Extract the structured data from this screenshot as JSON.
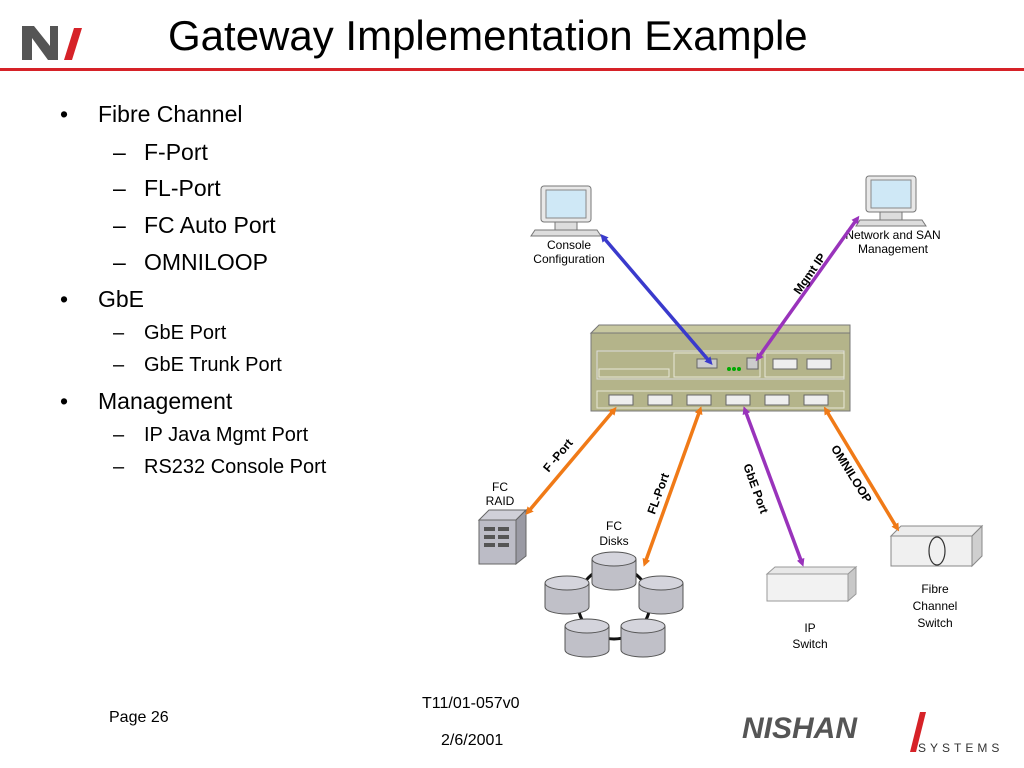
{
  "slide": {
    "title": "Gateway Implementation Example"
  },
  "bullets": [
    {
      "text": "Fibre Channel",
      "children": [
        "F-Port",
        "FL-Port",
        "FC Auto Port",
        "OMNILOOP"
      ]
    },
    {
      "text": "GbE",
      "children": [
        "GbE Port",
        "GbE Trunk Port"
      ]
    },
    {
      "text": "Management",
      "children": [
        "IP Java Mgmt Port",
        "RS232 Console Port"
      ]
    }
  ],
  "bullet_glyph": "•",
  "dash_glyph": "–",
  "diagram": {
    "nodes": {
      "console": [
        "Console",
        "Configuration"
      ],
      "network_mgmt": [
        "Network and SAN",
        "Management"
      ],
      "fc_raid": [
        "FC",
        "RAID"
      ],
      "fc_disks": [
        "FC",
        "Disks"
      ],
      "ip_switch": [
        "IP",
        "Switch"
      ],
      "fc_switch": [
        "Fibre",
        "Channel",
        "Switch"
      ]
    },
    "links": {
      "mgmt_ip": "Mgmt IP",
      "f_port": "F -Port",
      "fl_port": "FL-Port",
      "gbe_port": "GbE Port",
      "omniloop": "OMNILOOP"
    },
    "colors": {
      "blue_link": "#3a3acc",
      "purple_link": "#9933bb",
      "orange_link": "#f07a17",
      "gateway_body": "#b4b48a",
      "monitor_screen": "#cfe8f6"
    }
  },
  "footer": {
    "page": "Page 26",
    "doc_id": "T11/01-057v0",
    "date": "2/6/2001"
  },
  "brand": {
    "name": "NISHAN",
    "sub": "SYSTEMS",
    "accent": "#d62228"
  }
}
